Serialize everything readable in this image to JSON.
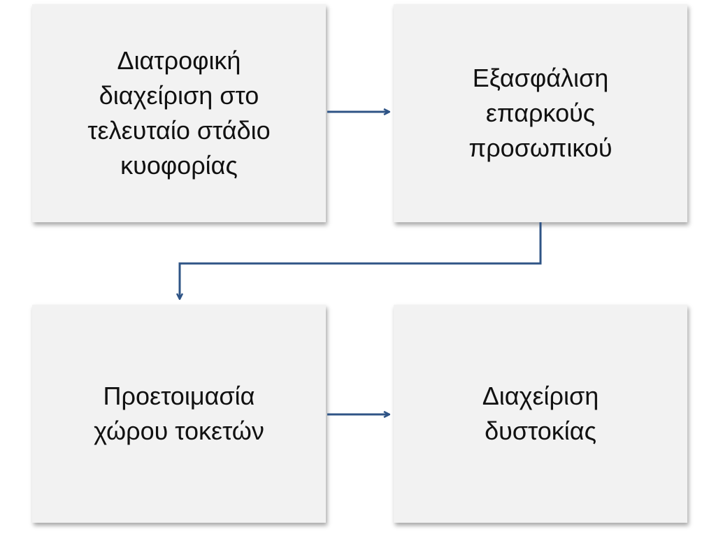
{
  "colors": {
    "box_fill": "#f2f2f2",
    "arrow": "#2f5486",
    "text": "#111111"
  },
  "boxes": [
    {
      "label": "Διατροφική\nδιαχείριση στο\nτελευταίο στάδιο\nκυοφορίας"
    },
    {
      "label": "Εξασφάλιση\nεπαρκούς\nπροσωπικού"
    },
    {
      "label": "Προετοιμασία\nχώρου τοκετών"
    },
    {
      "label": "Διαχείριση\nδυστοκίας"
    }
  ],
  "edges": [
    {
      "from": 0,
      "to": 1
    },
    {
      "from": 1,
      "to": 2
    },
    {
      "from": 2,
      "to": 3
    }
  ]
}
